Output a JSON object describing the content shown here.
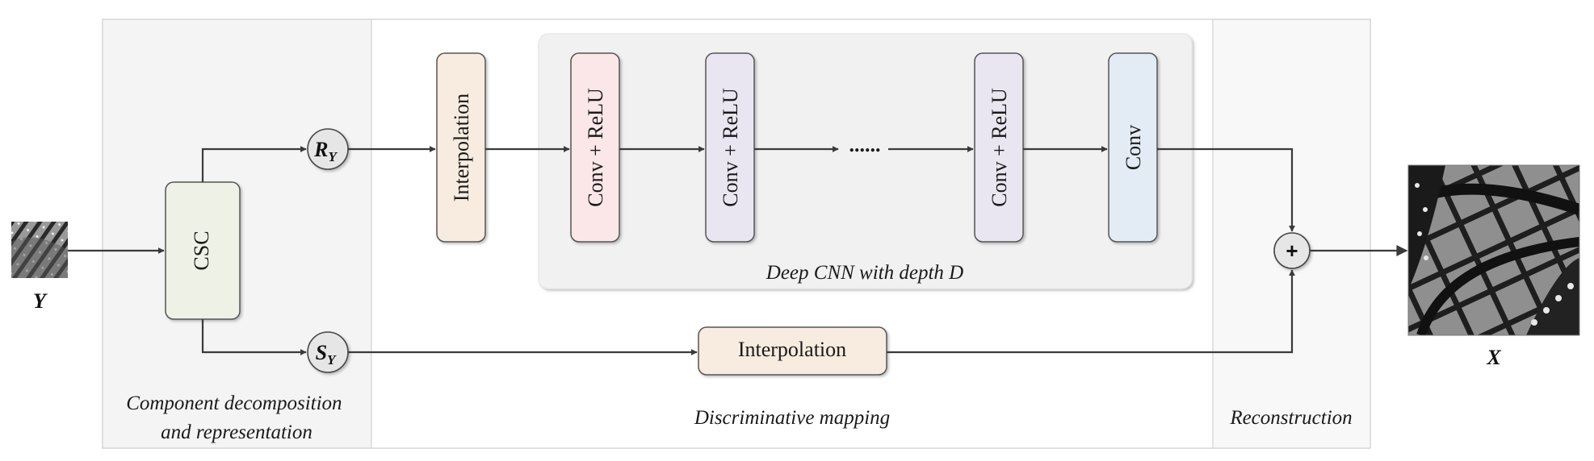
{
  "sections": {
    "decomposition": [
      "Component decomposition",
      "and representation"
    ],
    "mapping": "Discriminative mapping",
    "reconstruction": "Reconstruction"
  },
  "deep_cnn_label": "Deep CNN with depth D",
  "blocks": {
    "csc": "CSC",
    "interp_top": "Interpolation",
    "conv1": "Conv + ReLU",
    "conv2": "Conv + ReLU",
    "ellipsis": "......",
    "conv3": "Conv + ReLU",
    "conv_last": "Conv",
    "interp_bottom": "Interpolation"
  },
  "nodes": {
    "ry_main": "R",
    "ry_sub": "Y",
    "sy_main": "S",
    "sy_sub": "Y",
    "sum": "+"
  },
  "io": {
    "input": "Y",
    "output": "X"
  },
  "colors": {
    "csc": "#eef1e6",
    "interpolation": "#f8ebe0",
    "conv_relu_1": "#fbe6e8",
    "conv_relu": "#e9e6f1",
    "conv": "#e3ecf4",
    "deep_cnn_panel": "#f2f2f2",
    "node": "#e6e6e6"
  }
}
